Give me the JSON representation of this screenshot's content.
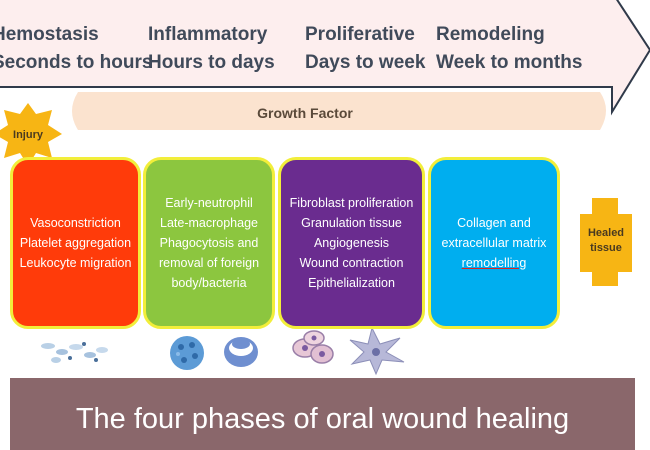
{
  "phases": [
    {
      "name": "Hemostasis",
      "duration": "Seconds to hours",
      "color": "#ff3b0a"
    },
    {
      "name": "Inflammatory",
      "duration": "Hours to days",
      "color": "#8cc63f"
    },
    {
      "name": "Proliferative",
      "duration": "Days to week",
      "color": "#6a2c8f"
    },
    {
      "name": "Remodeling",
      "duration": "Week to months",
      "color": "#00aeef"
    }
  ],
  "growth_factor": "Growth Factor",
  "injury": "Injury",
  "healed": "Healed\ntissue",
  "boxes": [
    {
      "text": "Vasoconstriction\nPlatelet aggregation\nLeukocyte migration"
    },
    {
      "text": "Early-neutrophil\nLate-macrophage\nPhagocytosis and\nremoval of foreign\nbody/bacteria"
    },
    {
      "text": "Fibroblast proliferation\nGranulation tissue\nAngiogenesis\nWound contraction\nEpithelialization"
    },
    {
      "line1": "Collagen and",
      "line2": "extracellular matrix",
      "line3": "remodelling"
    }
  ],
  "caption": "The four phases of oral wound healing",
  "colors": {
    "arrow_fill": "#fdeeee",
    "arrow_stroke": "#303a4a",
    "band": "#fbe3cf",
    "star": "#f7b514",
    "healed": "#f7b514",
    "caption_bar": "#8a676b",
    "box_border": "#f2ee3a"
  },
  "icons": [
    "platelet-cells-icon",
    "neutrophil-cell-icon",
    "macrophage-cell-icon",
    "fibroblast-cells-icon",
    "stellate-cell-icon"
  ]
}
